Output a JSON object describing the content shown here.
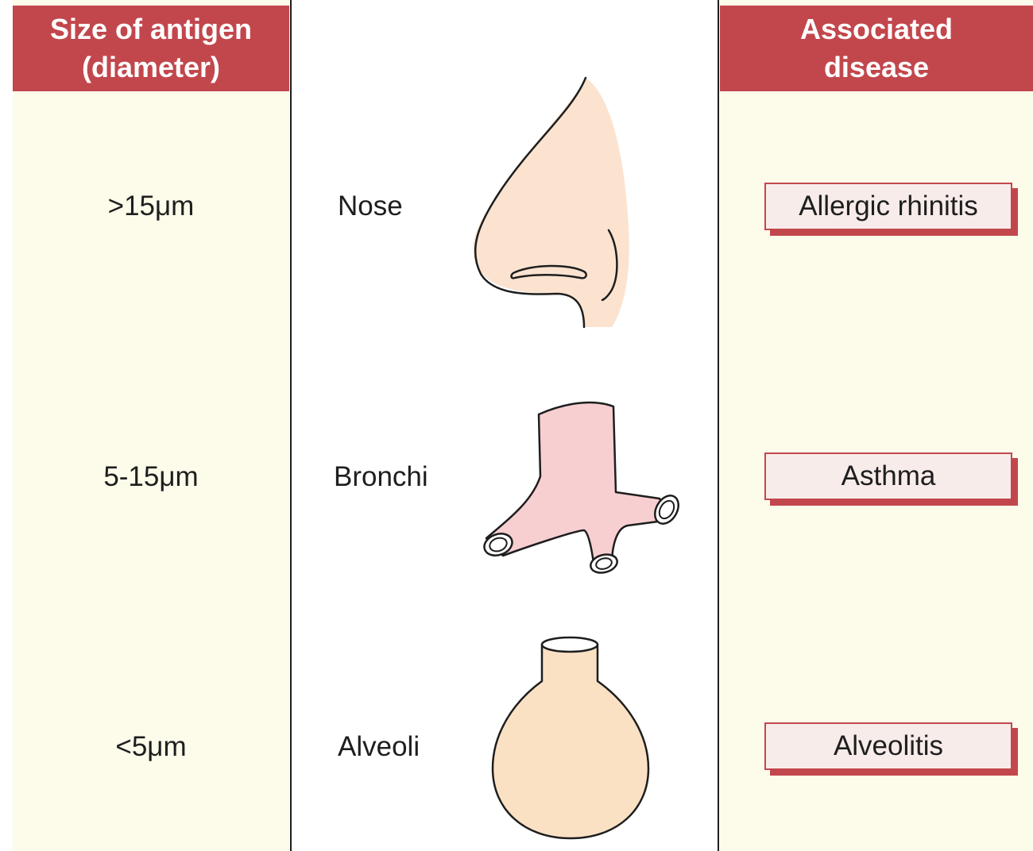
{
  "headers": {
    "left_line1": "Size of antigen",
    "left_line2": "(diameter)",
    "right_line1": "Associated",
    "right_line2": "disease"
  },
  "rows": [
    {
      "size": ">15μm",
      "site": "Nose",
      "disease": "Allergic rhinitis"
    },
    {
      "size": "5-15μm",
      "site": "Bronchi",
      "disease": "Asthma"
    },
    {
      "size": "<5μm",
      "site": "Alveoli",
      "disease": "Alveolitis"
    }
  ],
  "colors": {
    "header_red": "#c2474d",
    "panel_cream": "#fdfbea",
    "nose_fill": "#fbe3d0",
    "bronchi_fill": "#f8cfd1",
    "alveoli_fill": "#fbe1c4",
    "box_fill": "#f8ecea"
  },
  "icons": [
    "nose-illustration",
    "bronchi-illustration",
    "alveoli-illustration"
  ]
}
